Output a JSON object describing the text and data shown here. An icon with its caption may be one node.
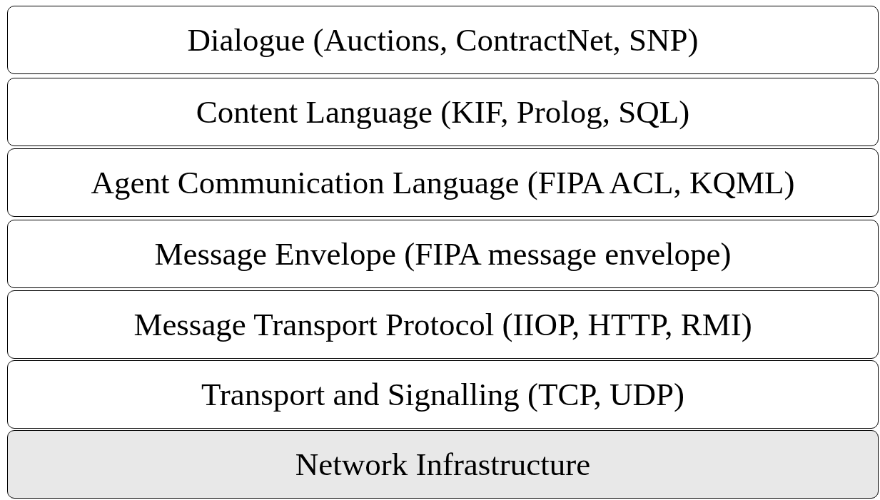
{
  "diagram": {
    "nodes": [
      {
        "text": [
          "Dialogue (Auctions, ContractNet, SNP)"
        ]
      },
      {
        "text": [
          "Content Language (KIF, Prolog, SQL)"
        ]
      },
      {
        "text": [
          "Agent Communication Language (FIPA ACL, KQML)"
        ]
      },
      {
        "text": [
          "Message Envelope (FIPA message envelope)"
        ]
      },
      {
        "text": [
          "Message Transport Protocol (IIOP, HTTP, RMI)"
        ]
      },
      {
        "text": [
          "Transport and Signalling (TCP, UDP)"
        ]
      },
      {
        "text": [
          "Network Infrastructure"
        ]
      }
    ]
  }
}
